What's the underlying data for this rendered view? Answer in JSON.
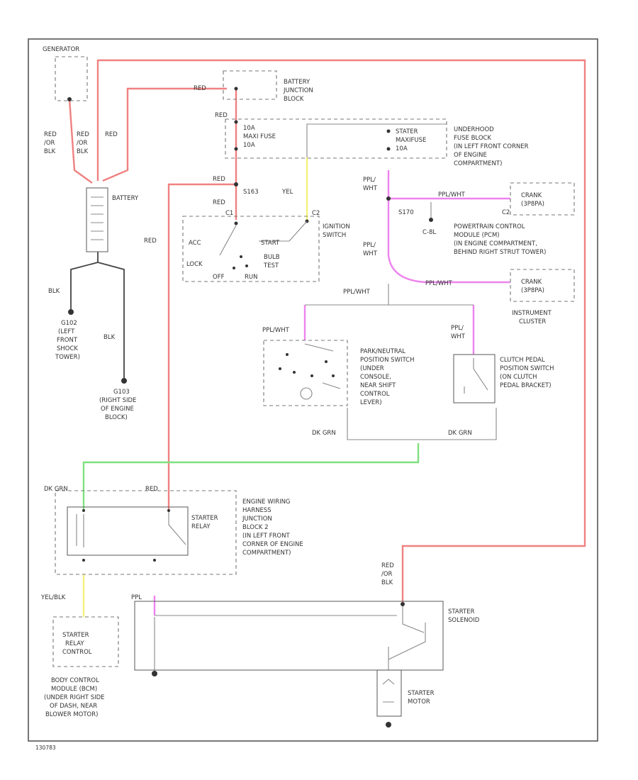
{
  "labels": {
    "generator": "GENERATOR",
    "red_top": "RED",
    "battery_jb_1": "BATTERY",
    "battery_jb_2": "JUNCTION",
    "battery_jb_3": "BLOCK",
    "red_bjb_out": "RED",
    "fuse_10a": "10A",
    "maxi_fuse": "MAXI FUSE",
    "fuse_10a_b": "10A",
    "red_gen_1": "RED",
    "red_gen_2": "/OR",
    "red_gen_3": "BLK",
    "red_mid_1": "RED",
    "red_mid_2": "/OR",
    "red_mid_3": "BLK",
    "red_batt": "RED",
    "battery": "BATTERY",
    "red_s163": "RED",
    "s163": "S163",
    "red_ign": "RED",
    "red_long": "RED",
    "yel": "YEL",
    "c1": "C1",
    "c2": "C2",
    "ign_switch_1": "IGNITION",
    "ign_switch_2": "SWITCH",
    "acc": "ACC",
    "start": "START",
    "lock": "LOCK",
    "bulb_test_1": "BULB",
    "bulb_test_2": "TEST",
    "off": "OFF",
    "run": "RUN",
    "blk_a": "BLK",
    "g102_1": "G102",
    "g102_2": "(LEFT",
    "g102_3": "FRONT",
    "g102_4": "SHOCK",
    "g102_5": "TOWER)",
    "blk_b": "BLK",
    "g103_1": "G103",
    "g103_2": "(RIGHT SIDE",
    "g103_3": "OF ENGINE",
    "g103_4": "BLOCK)",
    "stater_fuse_1": "STATER",
    "stater_fuse_2": "MAXIFUSE",
    "fuse_10a_c": "10A",
    "uhfb_1": "UNDERHOOD",
    "uhfb_2": "FUSE BLOCK",
    "uhfb_3": "(IN LEFT FRONT CORNER",
    "uhfb_4": "OF ENGINE",
    "uhfb_5": "COMPARTMENT)",
    "ppl_wht_1": "PPL/",
    "ppl_wht_2": "WHT",
    "ppl_wht_top": "PPL/WHT",
    "crank_1": "CRANK",
    "crank_2": "(3P8PA)",
    "s170": "S170",
    "c2_b": "C2",
    "pcm_1": "POWERTRAIN CONTROL",
    "pcm_2": "MODULE (PCM)",
    "pcm_3": "(IN ENGINE COMPARTMENT,",
    "pcm_4": "BEHIND RIGHT STRUT TOWER)",
    "c_ref": "C-8L",
    "ppl_wht_3": "PPL/",
    "ppl_wht_4": "WHT",
    "ppl_wht_bottom": "PPL/WHT",
    "crank_3": "CRANK",
    "crank_4": "(3P8PA)",
    "instrument_1": "INSTRUMENT",
    "instrument_2": "CLUSTER",
    "ppl_wht_bus": "PPL/WHT",
    "ppl_wht_left": "PPL/WHT",
    "ppl_wht_r1": "PPL/",
    "ppl_wht_r2": "WHT",
    "pnp_1": "PARK/NEUTRAL",
    "pnp_2": "POSITION SWITCH",
    "pnp_3": "(UNDER",
    "pnp_4": "CONSOLE,",
    "pnp_5": "NEAR SHIFT",
    "pnp_6": "CONTROL",
    "pnp_7": "LEVER)",
    "clutch_1": "CLUTCH PEDAL",
    "clutch_2": "POSITION SWITCH",
    "clutch_3": "(ON CLUTCH",
    "clutch_4": "PEDAL BRACKET)",
    "dk_grn_l": "DK GRN",
    "dk_grn_r": "DK GRN",
    "dk_grn_relay": "DK GRN",
    "red_relay": "RED",
    "ewh_1": "ENGINE WIRING",
    "ewh_2": "HARNESS",
    "ewh_3": "JUNCTION",
    "ewh_4": "BLOCK 2",
    "ewh_5": "(IN LEFT FRONT",
    "ewh_6": "CORNER OF ENGINE",
    "ewh_7": "COMPARTMENT)",
    "starter_relay_1": "STARTER",
    "starter_relay_2": "RELAY",
    "yel_blk": "YEL/BLK",
    "ppl_sol": "PPL",
    "red_or_1": "RED",
    "red_or_2": "/OR",
    "red_or_3": "BLK",
    "starter_solenoid_1": "STARTER",
    "starter_solenoid_2": "SOLENOID",
    "src_1": "STARTER",
    "src_2": "RELAY",
    "src_3": "CONTROL",
    "bcm_1": "BODY CONTROL",
    "bcm_2": "MODULE (BCM)",
    "bcm_3": "(UNDER RIGHT SIDE",
    "bcm_4": "OF DASH, NEAR",
    "bcm_5": "BLOWER MOTOR)",
    "starter_motor_1": "STARTER",
    "starter_motor_2": "MOTOR",
    "footer": "130783"
  },
  "colors": {
    "red_wire": "#f08080",
    "green_wire": "#7fe07f",
    "purple_wire": "#ee82ee",
    "yellow_wire": "#f5f07a"
  }
}
